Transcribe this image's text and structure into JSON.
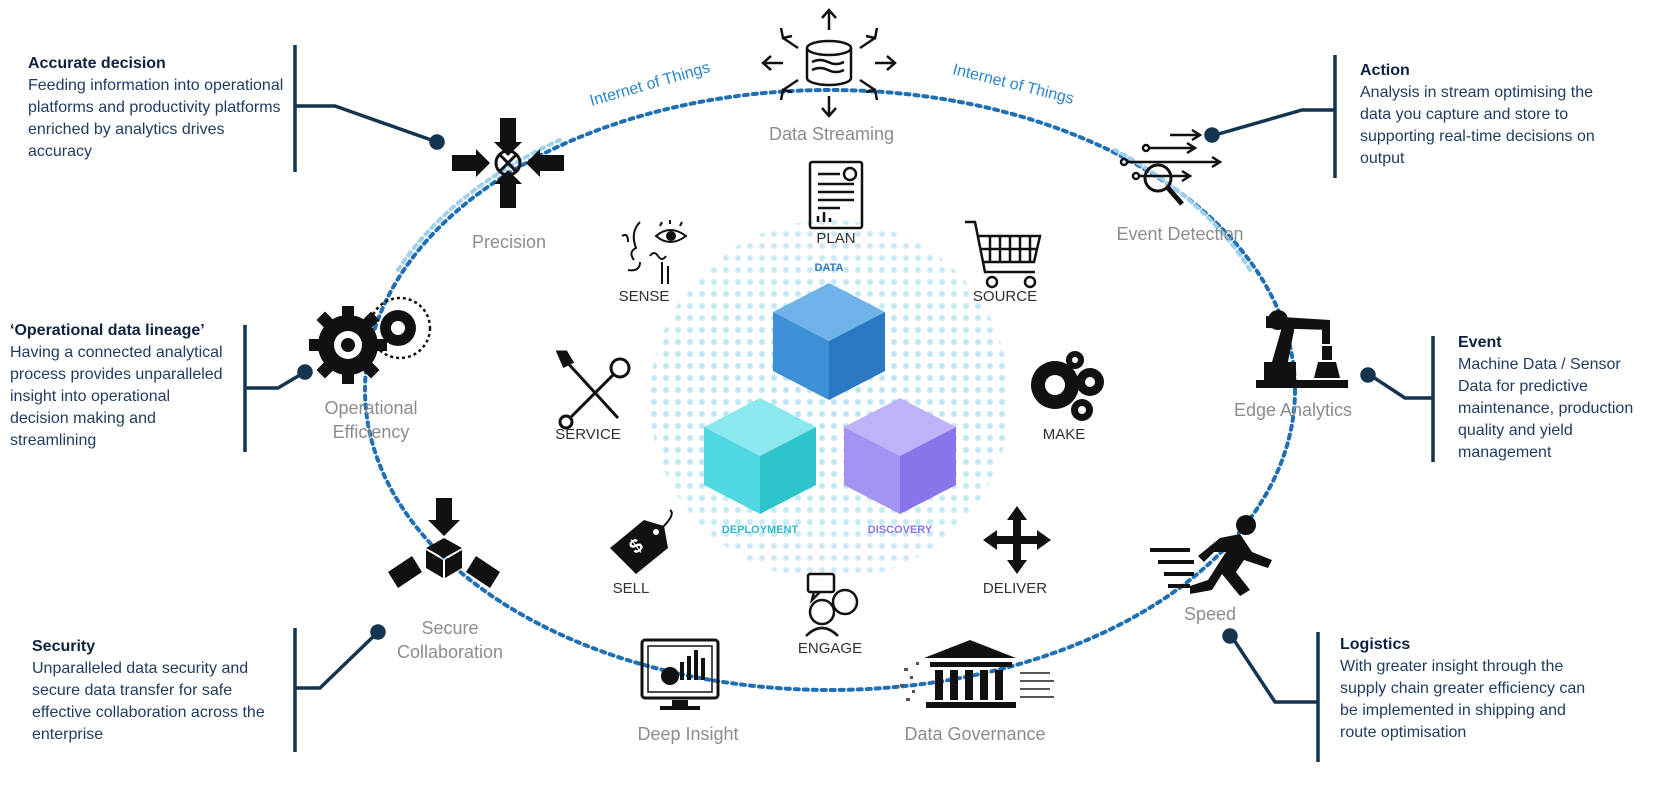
{
  "colors": {
    "ring_dark": "#1f6fb5",
    "ring_light": "#9fd0ee",
    "connector": "#14344f",
    "cube_data": "#3d8fd6",
    "cube_deployment": "#3fd0d8",
    "cube_discovery": "#9a86f0",
    "label_gray": "#8c8c8c",
    "iot_blue": "#2e86c8"
  },
  "ring": {
    "iot_left": "Internet of Things",
    "iot_right": "Internet of Things",
    "nodes": [
      {
        "key": "data_streaming",
        "label": "Data Streaming",
        "icon": "database-broadcast-icon"
      },
      {
        "key": "event_detection",
        "label": "Event Detection",
        "icon": "magnifier-signal-icon"
      },
      {
        "key": "edge_analytics",
        "label": "Edge Analytics",
        "icon": "robot-arm-icon"
      },
      {
        "key": "speed",
        "label": "Speed",
        "icon": "running-man-icon"
      },
      {
        "key": "data_governance",
        "label": "Data Governance",
        "icon": "bank-building-icon"
      },
      {
        "key": "deep_insight",
        "label": "Deep Insight",
        "icon": "monitor-chart-icon"
      },
      {
        "key": "secure_collaboration",
        "label_line1": "Secure",
        "label_line2": "Collaboration",
        "icon": "converging-arrows-cube-icon"
      },
      {
        "key": "operational_efficiency",
        "label_line1": "Operational",
        "label_line2": "Efficiency",
        "icon": "gears-icon"
      },
      {
        "key": "precision",
        "label": "Precision",
        "icon": "target-arrows-icon"
      }
    ]
  },
  "inner": {
    "plan": "PLAN",
    "source": "SOURCE",
    "make": "MAKE",
    "deliver": "DELIVER",
    "engage": "ENGAGE",
    "sell": "SELL",
    "service": "SERVICE",
    "sense": "SENSE"
  },
  "cubes": {
    "data": "DATA",
    "deployment": "DEPLOYMENT",
    "discovery": "DISCOVERY"
  },
  "side": {
    "accurate": {
      "title": "Accurate decision",
      "body": "Feeding information into operational platforms and productivity platforms enriched by analytics drives accuracy"
    },
    "lineage": {
      "title": "‘Operational data lineage’",
      "body": "Having a connected analytical process provides unparalleled insight into operational decision making and streamlining"
    },
    "security": {
      "title": "Security",
      "body": "Unparalleled data security and secure data transfer for safe effective collaboration across the enterprise"
    },
    "action": {
      "title": "Action",
      "body": "Analysis in stream optimising the data you capture and store to supporting real-time decisions on output"
    },
    "event": {
      "title": "Event",
      "body": "Machine Data / Sensor Data for predictive maintenance, production quality and yield management"
    },
    "logistics": {
      "title": "Logistics",
      "body": "With greater insight through the supply chain greater efficiency can be implemented in shipping and route optimisation"
    }
  }
}
